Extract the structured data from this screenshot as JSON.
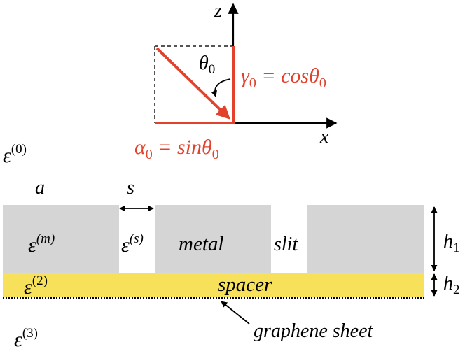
{
  "diagram": {
    "axes": {
      "x_label": "x",
      "z_label": "z"
    },
    "angle": {
      "theta_label": "θ",
      "theta_sub": "0"
    },
    "components": {
      "gamma_sym": "γ",
      "gamma_sub": "0",
      "gamma_rhs": " = cosθ",
      "gamma_rhs_sub": "0",
      "alpha_sym": "α",
      "alpha_sub": "0",
      "alpha_rhs": " = sinθ",
      "alpha_rhs_sub": "0"
    },
    "media": {
      "eps": "ε",
      "eps0_sup": "(0)",
      "eps_m_sup": "(m)",
      "eps_s_sup": "(s)",
      "eps2_sup": "(2)",
      "eps3_sup": "(3)"
    },
    "dimensions": {
      "a": "a",
      "s": "s",
      "h1": "h",
      "h1_sub": "1",
      "h2": "h",
      "h2_sub": "2"
    },
    "labels": {
      "metal": "metal",
      "slit": "slit",
      "spacer": "spacer",
      "graphene": "graphene sheet"
    },
    "colors": {
      "red": "#e2412b",
      "metal_gray": "#d6d5d6",
      "spacer_yellow": "#f7e15a",
      "ink": "#000000"
    }
  }
}
